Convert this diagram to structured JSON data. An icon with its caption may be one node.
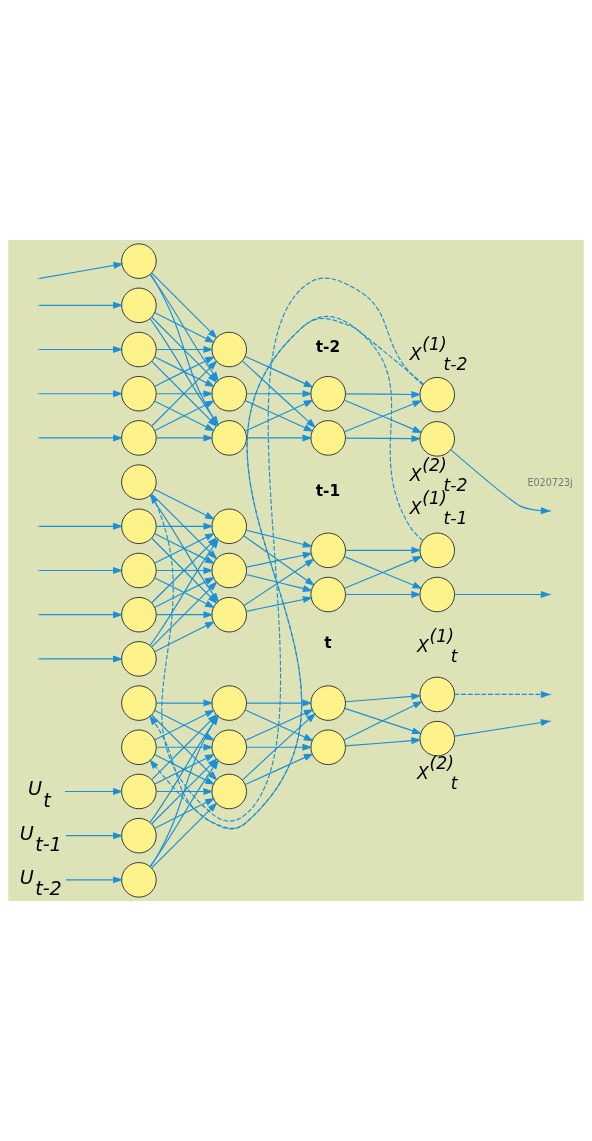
{
  "diagram": {
    "nodes": [
      {
        "text": [],
        "shape": "circle"
      },
      {
        "text": [],
        "shape": "circle"
      },
      {
        "text": [],
        "shape": "circle"
      },
      {
        "text": [],
        "shape": "circle"
      },
      {
        "text": [],
        "shape": "circle"
      },
      {
        "text": [],
        "shape": "circle"
      },
      {
        "text": [],
        "shape": "circle"
      },
      {
        "text": [],
        "shape": "circle"
      },
      {
        "text": [],
        "shape": "circle"
      },
      {
        "text": [],
        "shape": "circle"
      },
      {
        "text": [],
        "shape": "circle",
        "beside": [
          "X$^{(1)}$$_{t-2}$"
        ]
      },
      {
        "text": [],
        "shape": "circle",
        "beside": [
          "X$^{(2)}$$_{t-2}$"
        ]
      },
      {
        "text": [],
        "shape": "circle"
      },
      {
        "text": [],
        "shape": "circle"
      },
      {
        "text": [],
        "shape": "circle"
      },
      {
        "text": [],
        "shape": "circle"
      },
      {
        "text": [],
        "shape": "circle"
      },
      {
        "text": [],
        "shape": "circle"
      },
      {
        "text": [],
        "shape": "circle"
      },
      {
        "text": [],
        "shape": "circle"
      },
      {
        "text": [],
        "shape": "circle"
      },
      {
        "text": [],
        "shape": "circle"
      },
      {
        "text": [],
        "shape": "circle",
        "beside": [
          "X$^{(1)}$$_{t-1}$"
        ]
      },
      {
        "text": [],
        "shape": "circle"
      },
      {
        "text": [],
        "shape": "circle"
      },
      {
        "text": [],
        "shape": "circle"
      },
      {
        "text": [],
        "shape": "circle"
      },
      {
        "text": [],
        "shape": "circle"
      },
      {
        "text": [],
        "shape": "circle"
      },
      {
        "text": [],
        "shape": "circle"
      },
      {
        "text": [],
        "shape": "circle"
      },
      {
        "text": [],
        "shape": "circle"
      },
      {
        "text": [],
        "shape": "circle"
      },
      {
        "text": [],
        "shape": "circle"
      },
      {
        "text": [],
        "shape": "circle",
        "beside": [
          "X$^{(1)}$$_{t}$"
        ]
      },
      {
        "text": [],
        "shape": "circle",
        "beside": [
          "X$^{(2)}$$_{t}$"
        ]
      },
      {
        "text": [
          "U$_{t}$"
        ]
      },
      {
        "text": [
          "U$_{t-1}$"
        ]
      },
      {
        "text": [
          "U$_{t-2}$"
        ]
      }
    ],
    "edges": [
      {
        "from": null,
        "to": 0,
        "arrow": "to"
      },
      {
        "from": null,
        "to": 1,
        "arrow": "to"
      },
      {
        "from": null,
        "to": 2,
        "arrow": "to"
      },
      {
        "from": null,
        "to": 3,
        "arrow": "to"
      },
      {
        "from": null,
        "to": 4,
        "arrow": "to"
      },
      {
        "from": 0,
        "to": 5,
        "arrow": "to"
      },
      {
        "from": 0,
        "to": 6,
        "arrow": "to"
      },
      {
        "from": 0,
        "to": 7,
        "arrow": "to"
      },
      {
        "from": 1,
        "to": 5,
        "arrow": "to"
      },
      {
        "from": 1,
        "to": 6,
        "arrow": "to"
      },
      {
        "from": 1,
        "to": 7,
        "arrow": "to"
      },
      {
        "from": 2,
        "to": 5,
        "arrow": "to"
      },
      {
        "from": 2,
        "to": 6,
        "arrow": "to"
      },
      {
        "from": 2,
        "to": 7,
        "arrow": "to"
      },
      {
        "from": 3,
        "to": 5,
        "arrow": "to"
      },
      {
        "from": 3,
        "to": 6,
        "arrow": "to"
      },
      {
        "from": 3,
        "to": 7,
        "arrow": "to"
      },
      {
        "from": 4,
        "to": 5,
        "arrow": "to"
      },
      {
        "from": 4,
        "to": 6,
        "arrow": "to"
      },
      {
        "from": 4,
        "to": 7,
        "arrow": "to"
      },
      {
        "from": 5,
        "to": 8,
        "arrow": "to"
      },
      {
        "from": 5,
        "to": 9,
        "arrow": "to"
      },
      {
        "from": 6,
        "to": 8,
        "arrow": "to"
      },
      {
        "from": 6,
        "to": 9,
        "arrow": "to"
      },
      {
        "from": 7,
        "to": 8,
        "arrow": "to"
      },
      {
        "from": 7,
        "to": 9,
        "arrow": "to"
      },
      {
        "from": 8,
        "to": 10,
        "arrow": "to"
      },
      {
        "from": 8,
        "to": 11,
        "arrow": "to"
      },
      {
        "from": 9,
        "to": 10,
        "arrow": "to"
      },
      {
        "from": 9,
        "to": 11,
        "arrow": "to"
      },
      {
        "from": 10,
        "to": 12,
        "arrow": "to",
        "style": "dashed"
      },
      {
        "from": 10,
        "to": 25,
        "arrow": "to",
        "style": "dashed"
      },
      {
        "from": 11,
        "to": null,
        "arrow": "to"
      },
      {
        "from": null,
        "to": 13,
        "arrow": "to"
      },
      {
        "from": null,
        "to": 14,
        "arrow": "to"
      },
      {
        "from": null,
        "to": 15,
        "arrow": "to"
      },
      {
        "from": null,
        "to": 16,
        "arrow": "to"
      },
      {
        "from": 12,
        "to": 17,
        "arrow": "to"
      },
      {
        "from": 12,
        "to": 18,
        "arrow": "to"
      },
      {
        "from": 12,
        "to": 19,
        "arrow": "to"
      },
      {
        "from": 13,
        "to": 17,
        "arrow": "to"
      },
      {
        "from": 13,
        "to": 18,
        "arrow": "to"
      },
      {
        "from": 13,
        "to": 19,
        "arrow": "to"
      },
      {
        "from": 14,
        "to": 17,
        "arrow": "to"
      },
      {
        "from": 14,
        "to": 18,
        "arrow": "to"
      },
      {
        "from": 14,
        "to": 19,
        "arrow": "to"
      },
      {
        "from": 15,
        "to": 17,
        "arrow": "to"
      },
      {
        "from": 15,
        "to": 18,
        "arrow": "to"
      },
      {
        "from": 15,
        "to": 19,
        "arrow": "to"
      },
      {
        "from": 16,
        "to": 17,
        "arrow": "to"
      },
      {
        "from": 16,
        "to": 18,
        "arrow": "to"
      },
      {
        "from": 16,
        "to": 19,
        "arrow": "to"
      },
      {
        "from": 17,
        "to": 20,
        "arrow": "to"
      },
      {
        "from": 17,
        "to": 21,
        "arrow": "to"
      },
      {
        "from": 18,
        "to": 20,
        "arrow": "to"
      },
      {
        "from": 18,
        "to": 21,
        "arrow": "to"
      },
      {
        "from": 19,
        "to": 20,
        "arrow": "to"
      },
      {
        "from": 19,
        "to": 21,
        "arrow": "to"
      },
      {
        "from": 20,
        "to": 22,
        "arrow": "to"
      },
      {
        "from": 20,
        "to": 23,
        "arrow": "to"
      },
      {
        "from": 21,
        "to": 22,
        "arrow": "to"
      },
      {
        "from": 21,
        "to": 23,
        "arrow": "to"
      },
      {
        "from": 22,
        "to": 24,
        "arrow": "to",
        "style": "dashed"
      },
      {
        "from": 23,
        "to": null,
        "arrow": "to"
      },
      {
        "from": 36,
        "to": 26,
        "arrow": "to"
      },
      {
        "from": 37,
        "to": 27,
        "arrow": "to"
      },
      {
        "from": 38,
        "to": 28,
        "arrow": "to"
      },
      {
        "from": 24,
        "to": 29,
        "arrow": "to"
      },
      {
        "from": 24,
        "to": 30,
        "arrow": "to"
      },
      {
        "from": 24,
        "to": 31,
        "arrow": "to"
      },
      {
        "from": 25,
        "to": 29,
        "arrow": "to"
      },
      {
        "from": 25,
        "to": 30,
        "arrow": "to"
      },
      {
        "from": 25,
        "to": 31,
        "arrow": "to"
      },
      {
        "from": 26,
        "to": 29,
        "arrow": "to"
      },
      {
        "from": 26,
        "to": 30,
        "arrow": "to"
      },
      {
        "from": 26,
        "to": 31,
        "arrow": "to"
      },
      {
        "from": 27,
        "to": 29,
        "arrow": "to"
      },
      {
        "from": 27,
        "to": 30,
        "arrow": "to"
      },
      {
        "from": 27,
        "to": 31,
        "arrow": "to"
      },
      {
        "from": 28,
        "to": 29,
        "arrow": "to"
      },
      {
        "from": 28,
        "to": 30,
        "arrow": "to"
      },
      {
        "from": 28,
        "to": 31,
        "arrow": "to"
      },
      {
        "from": 29,
        "to": 32,
        "arrow": "to"
      },
      {
        "from": 29,
        "to": 33,
        "arrow": "to"
      },
      {
        "from": 30,
        "to": 32,
        "arrow": "to"
      },
      {
        "from": 30,
        "to": 33,
        "arrow": "to"
      },
      {
        "from": 31,
        "to": 32,
        "arrow": "to"
      },
      {
        "from": 31,
        "to": 33,
        "arrow": "to"
      },
      {
        "from": 32,
        "to": 34,
        "arrow": "to"
      },
      {
        "from": 32,
        "to": 35,
        "arrow": "to"
      },
      {
        "from": 33,
        "to": 34,
        "arrow": "to"
      },
      {
        "from": 33,
        "to": 35,
        "arrow": "to"
      },
      {
        "from": 34,
        "to": null,
        "arrow": "to",
        "style": "dashed"
      },
      {
        "from": 35,
        "to": null,
        "arrow": "to"
      }
    ],
    "labels": [
      "E020723j",
      "t-2",
      "t-1",
      "t"
    ]
  }
}
